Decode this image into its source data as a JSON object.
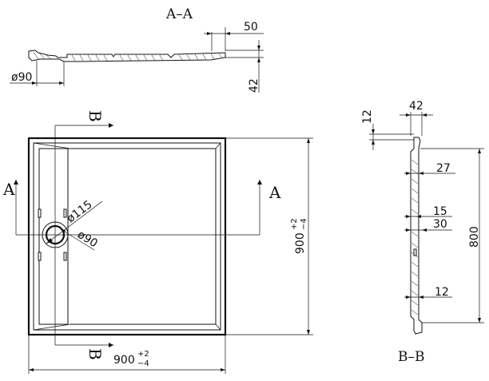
{
  "views": {
    "section_aa_title": "A–A",
    "section_bb_title": "B–B"
  },
  "dimensions": {
    "aa_width": "50",
    "aa_height": "42",
    "aa_drain": "ø90",
    "plan_drain_outer": "ø115",
    "plan_drain_inner": "ø90",
    "plan_width_base": "900",
    "plan_height_base": "900",
    "tol_plus": "+2",
    "tol_minus": "−4",
    "bb_top_width": "42",
    "bb_top_height": "12",
    "bb_length": "800",
    "bb_27": "27",
    "bb_15": "15",
    "bb_30": "30",
    "bb_12": "12"
  },
  "cut_markers": {
    "a_letter": "A",
    "b_letter": "B"
  }
}
